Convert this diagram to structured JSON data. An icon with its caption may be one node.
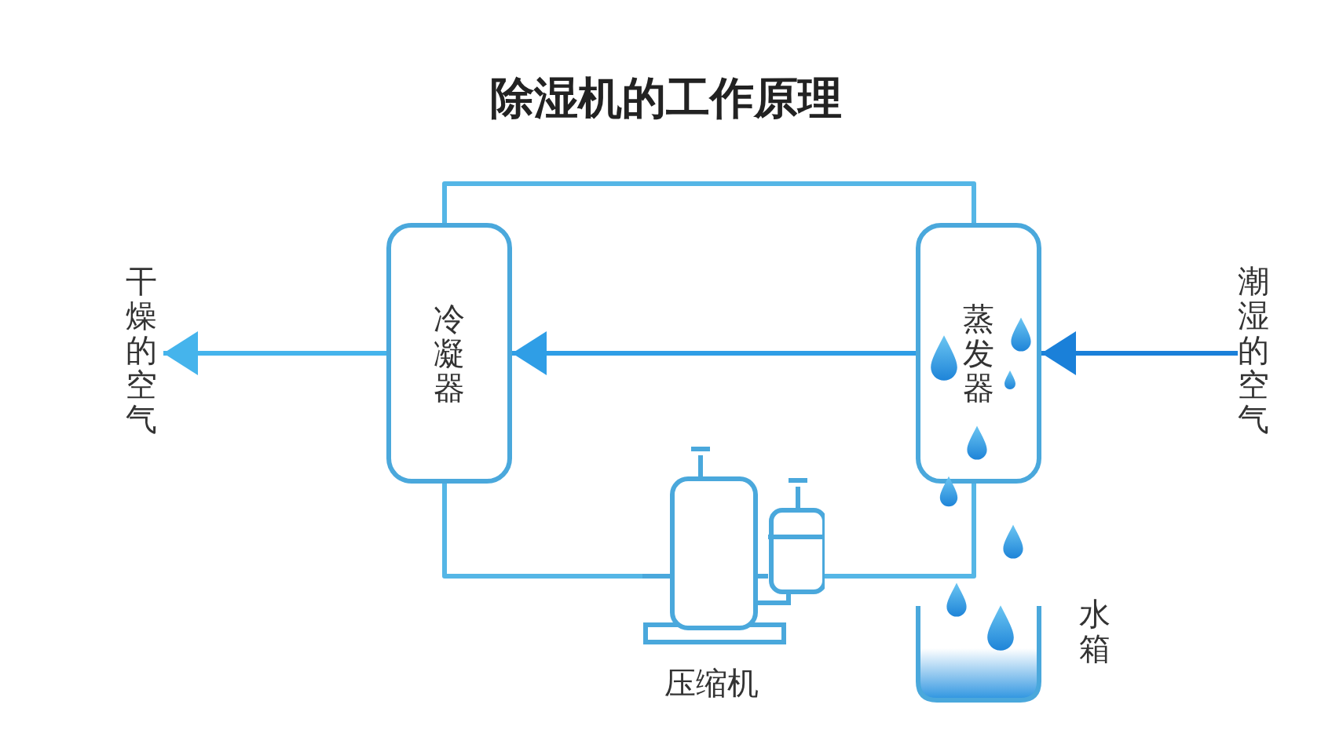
{
  "diagram": {
    "title": "除湿机的工作原理",
    "nodes": [
      {
        "text": [
          "干燥的空气"
        ]
      },
      {
        "text": [
          "冷凝器"
        ]
      },
      {
        "text": [
          "蒸发器"
        ]
      },
      {
        "text": [
          "潮湿的空气"
        ]
      },
      {
        "text": [
          "压缩机"
        ]
      },
      {
        "text": [
          "水箱"
        ]
      }
    ],
    "edges": [
      {
        "from": 1,
        "to": 2,
        "arrow": "none"
      },
      {
        "from": 1,
        "to": 4,
        "arrow": "none"
      },
      {
        "from": 4,
        "to": 2,
        "arrow": "none"
      },
      {
        "from": 3,
        "to": 2,
        "arrow": "to",
        "color": "#1a80d9"
      },
      {
        "from": 2,
        "to": 1,
        "arrow": "to",
        "color": "#2f9ee6"
      },
      {
        "from": 1,
        "to": 0,
        "arrow": "to",
        "color": "#45b4ec"
      }
    ]
  }
}
